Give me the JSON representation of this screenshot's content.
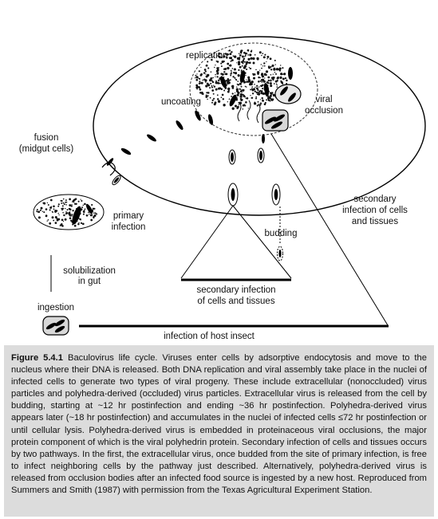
{
  "diagram": {
    "labels": {
      "replication": "replication",
      "uncoating": "uncoating",
      "viral_occlusion_1": "viral",
      "viral_occlusion_2": "occlusion",
      "fusion_1": "fusion",
      "fusion_2": "(midgut cells)",
      "secondary_right_1": "secondary",
      "secondary_right_2": "infection of cells",
      "secondary_right_3": "and tissues",
      "primary_1": "primary",
      "primary_2": "infection",
      "budding": "budding",
      "solubilization_1": "solubilization",
      "solubilization_2": "in gut",
      "secondary_bottom_1": "secondary infection",
      "secondary_bottom_2": "of cells and tissues",
      "ingestion": "ingestion",
      "host_insect": "infection of host insect"
    }
  },
  "caption": {
    "figure_number": "Figure 5.4.1",
    "text": "Baculovirus life cycle. Viruses enter cells by adsorptive endocytosis and move to the nucleus where their DNA is released. Both DNA replication and viral assembly take place in the nuclei of infected cells to generate two types of viral progeny. These include extracellular (nonoccluded) virus particles and polyhedra-derived (occluded) virus particles. Extracellular virus is released from the cell by budding, starting at ~12 hr postinfection and ending ~36 hr postinfection. Polyhedra-derived virus appears later (~18 hr postinfection) and accumulates in the nuclei of infected cells ≤72 hr postinfection or until cellular lysis. Polyhedra-derived virus is embedded in proteinaceous viral occlusions, the major protein component of which is the viral polyhedrin protein. Secondary infection of cells and tissues occurs by two pathways. In the first, the extracellular virus, once budded from the site of primary infection, is free to infect neighboring cells by the pathway just described. Alternatively, polyhedra-derived virus is released from occlusion bodies after an infected food source is ingested by a new host. Reproduced from Summers and Smith (1987) with permission from the Texas Agricultural Experiment Station."
  }
}
